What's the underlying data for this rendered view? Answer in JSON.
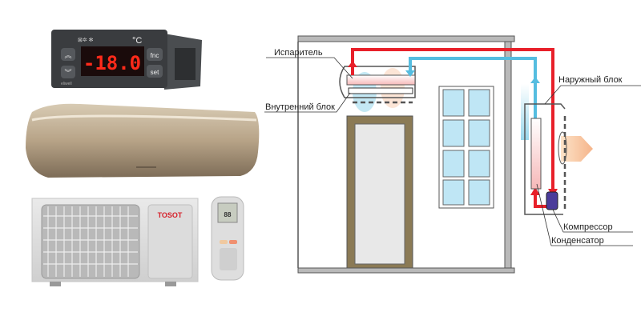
{
  "controller": {
    "display_value": "-18.0",
    "unit": "°C",
    "btn_fnc": "fnc",
    "btn_set": "set",
    "brand": "eliwell"
  },
  "outdoor_unit": {
    "brand": "TOSOT"
  },
  "remote": {
    "display": "88"
  },
  "diagram": {
    "labels": {
      "evaporator": "Испаритель",
      "indoor_unit": "Внутренний блок",
      "outdoor_unit": "Наружный блок",
      "compressor": "Компрессор",
      "condenser": "Конденсатор"
    },
    "colors": {
      "hot_line": "#e8202a",
      "cold_line": "#55bde0",
      "wall": "#b9b9b9",
      "door_frame": "#8b7a55",
      "window": "#bfe6f5"
    }
  }
}
